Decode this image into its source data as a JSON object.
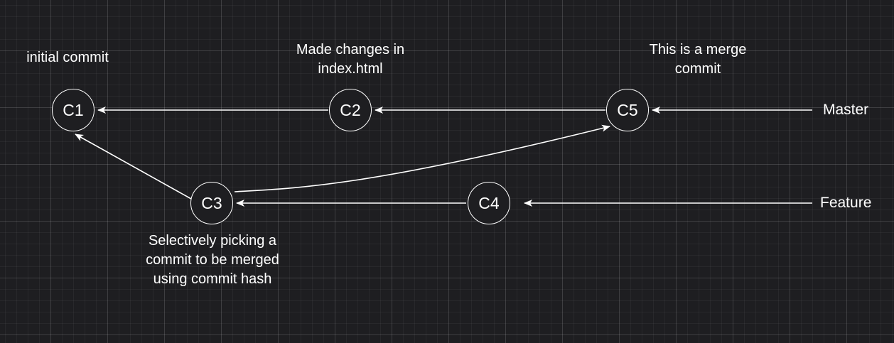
{
  "diagram": {
    "nodes": {
      "c1": "C1",
      "c2": "C2",
      "c3": "C3",
      "c4": "C4",
      "c5": "C5"
    },
    "annotations": {
      "c1": "initial commit",
      "c2": "Made changes in\nindex.html",
      "c5": "This is a merge\ncommit",
      "c3": "Selectively picking a\ncommit to be merged\nusing commit hash"
    },
    "branches": {
      "master": "Master",
      "feature": "Feature"
    },
    "colors": {
      "background": "#1e1e21",
      "stroke": "#ffffff",
      "text": "#ffffff"
    }
  }
}
